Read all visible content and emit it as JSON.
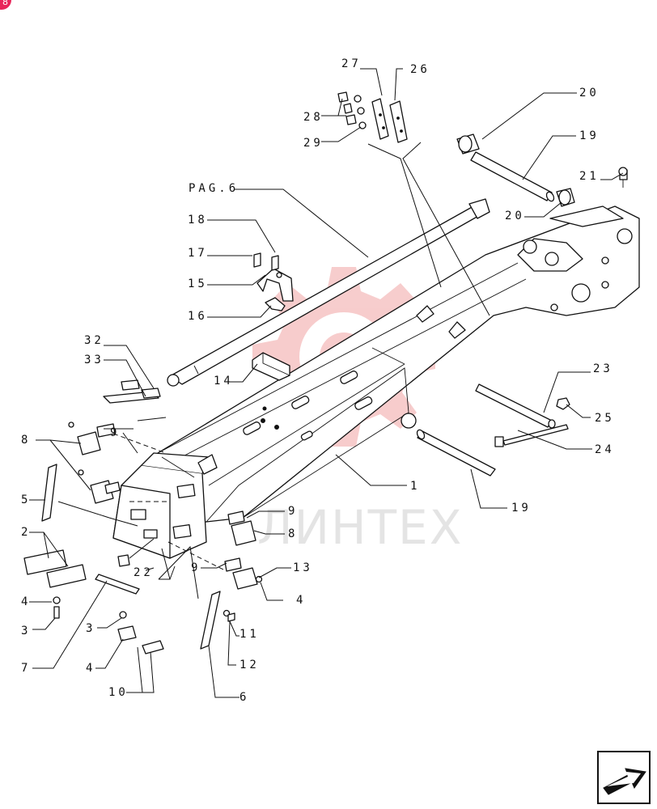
{
  "page_badge": "8",
  "watermark": {
    "text": "ЛИНТЕХ",
    "logo": "gear-logo"
  },
  "callouts": {
    "c1": "1",
    "c2": "2",
    "c3a": "3",
    "c3b": "3",
    "c4a": "4",
    "c4b": "4",
    "c4c": "4",
    "c5": "5",
    "c6": "6",
    "c7": "7",
    "c8a": "8",
    "c8b": "8",
    "c9a": "9",
    "c9b": "9",
    "c9c": "9",
    "c10": "10",
    "c11": "11",
    "c12": "12",
    "c13": "13",
    "c14": "14",
    "c15": "15",
    "c16": "16",
    "c17": "17",
    "c18": "18",
    "c19a": "19",
    "c19b": "19",
    "c20a": "20",
    "c20b": "20",
    "c21": "21",
    "c22": "22",
    "c23": "23",
    "c24": "24",
    "c25": "25",
    "c26": "26",
    "c27": "27",
    "c28": "28",
    "c29": "29",
    "c32": "32",
    "c33": "33",
    "pag": "PAG.6"
  },
  "navigation": {
    "next_icon": "arrow-next-page-icon"
  }
}
